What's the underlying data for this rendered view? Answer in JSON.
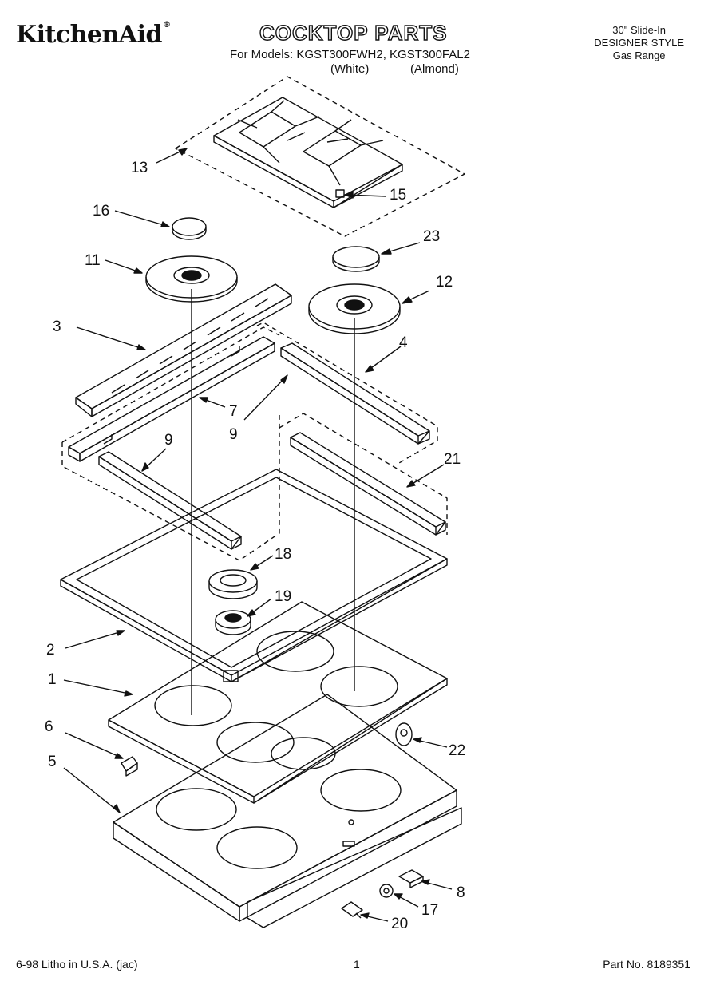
{
  "header": {
    "brand": "KitchenAid",
    "title": "COCKTOP PARTS",
    "models_line": "For Models: KGST300FWH2, KGST300FAL2",
    "variant_white": "(White)",
    "variant_almond": "(Almond)",
    "right_lines": [
      "30\" Slide-In",
      "DESIGNER STYLE",
      "Gas Range"
    ]
  },
  "callouts": {
    "c1": "1",
    "c2": "2",
    "c3": "3",
    "c4": "4",
    "c5": "5",
    "c6": "6",
    "c7": "7",
    "c8": "8",
    "c9a": "9",
    "c9b": "9",
    "c11": "11",
    "c12": "12",
    "c13": "13",
    "c15": "15",
    "c16": "16",
    "c17": "17",
    "c18": "18",
    "c19": "19",
    "c20": "20",
    "c21": "21",
    "c22": "22",
    "c23": "23"
  },
  "footer": {
    "litho": "6-98 Litho in U.S.A. (jac)",
    "page": "1",
    "part_no": "Part No. 8189351"
  }
}
